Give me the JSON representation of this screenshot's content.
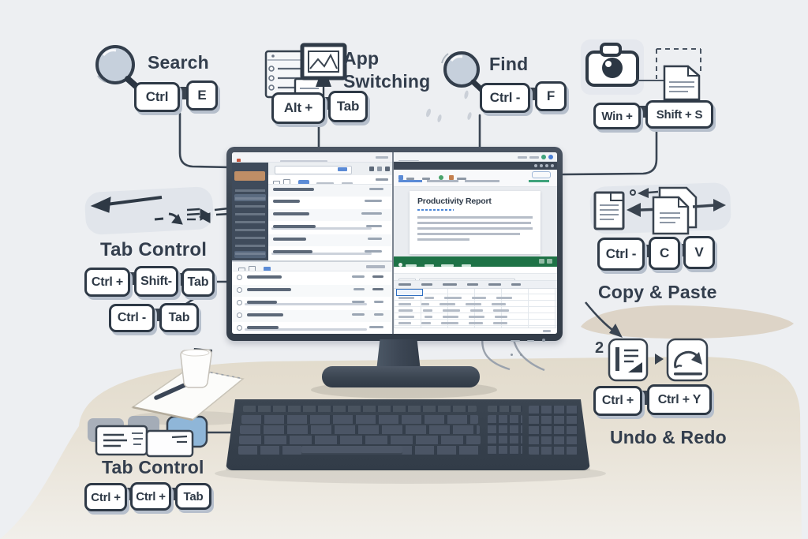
{
  "shortcuts": {
    "search": {
      "label": "Search",
      "keys": [
        "Ctrl",
        "E"
      ]
    },
    "app_switching": {
      "label": "App Switching",
      "keys": [
        "Alt +",
        "Tab"
      ]
    },
    "find": {
      "label": "Find",
      "keys": [
        "Ctrl -",
        "F"
      ]
    },
    "screenshot": {
      "keys": [
        "Win +",
        "Shift + S"
      ]
    },
    "tab_control_upper": {
      "label": "Tab Control",
      "keys_row1": [
        "Ctrl +",
        "Shift-",
        "Tab"
      ],
      "keys_row2": [
        "Ctrl -",
        "Tab"
      ]
    },
    "copy_paste": {
      "label": "Copy & Paste",
      "keys": [
        "Ctrl -",
        "C",
        "V"
      ]
    },
    "undo_redo": {
      "label": "Undo & Redo",
      "keys": [
        "Ctrl +",
        "Ctrl + Y"
      ],
      "step_numeral": "2"
    },
    "tab_control_lower": {
      "label": "Tab Control",
      "keys": [
        "Ctrl +",
        "Ctrl +",
        "Tab"
      ]
    }
  },
  "monitor_screen": {
    "document_title": "Productivity Report"
  },
  "colors": {
    "background": "#edeff2",
    "ink": "#333e4d",
    "key_face": "#ffffff",
    "excel_green": "#1e7246",
    "desk_beige": "#e4ddd0",
    "sidebar_slate": "#3f4b5b",
    "sidebar_accent_orange": "#bf8e66",
    "tab_card_blue": "#8fb6d8"
  }
}
